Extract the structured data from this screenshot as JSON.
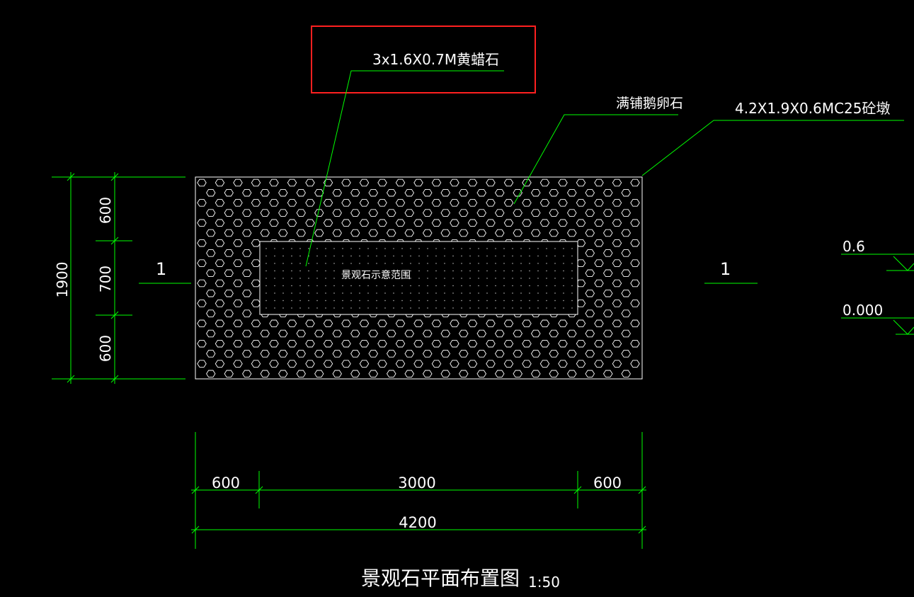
{
  "colors": {
    "background": "#000000",
    "dimension_line": "#00ff00",
    "outline": "#ffffff",
    "leader": "#00ff00",
    "highlight": "#ff2020"
  },
  "labels": {
    "rock": "3x1.6X0.7M黄蜡石",
    "pebbles": "满铺鹅卵石",
    "pier": "4.2X1.9X0.6MC25砼墩",
    "rock_zone": "景观石示意范围",
    "title": "景观石平面布置图",
    "scale": "1:50"
  },
  "section_marks": {
    "left": "1",
    "right": "1"
  },
  "elevations": {
    "top": "0.6",
    "bottom": "0.000"
  },
  "dimensions": {
    "vertical_total": "1900",
    "vertical_top": "600",
    "vertical_middle": "700",
    "vertical_bottom": "600",
    "horizontal_left": "600",
    "horizontal_middle": "3000",
    "horizontal_right": "600",
    "horizontal_total": "4200"
  },
  "icons": {
    "pebble": "hexagon-pebble-icon"
  }
}
